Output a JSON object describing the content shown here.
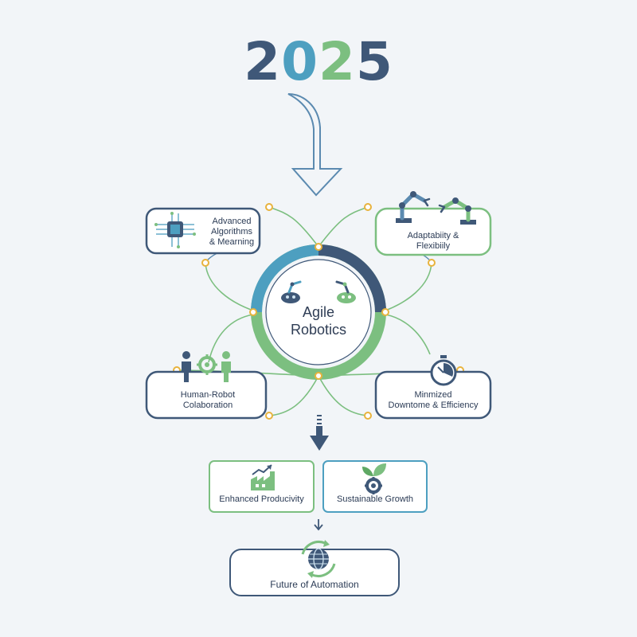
{
  "year": {
    "digits": [
      "2",
      "0",
      "2",
      "5"
    ]
  },
  "hub": {
    "line1": "Agile",
    "line2": "Robotics",
    "icon": "robot-arm-pair-icon"
  },
  "nodes": {
    "algorithms": {
      "lines": [
        "Advanced",
        "Algorithms",
        "& Mearning"
      ],
      "icon": "ai-chip-circuit-icon"
    },
    "adaptability": {
      "lines": [
        "Adaptabiity &",
        "Flexibiily"
      ],
      "icon": "robot-arms-icon"
    },
    "collaboration": {
      "lines": [
        "Human-Robot",
        "Colaboration"
      ],
      "icon": "human-robot-gear-icon"
    },
    "downtime": {
      "lines": [
        "Minmized",
        "Downtome & Efficiency"
      ],
      "icon": "stopwatch-icon"
    }
  },
  "outcomes": {
    "productivity": {
      "label": "Enhanced Producivity",
      "icon": "factory-growth-icon"
    },
    "growth": {
      "label": "Sustainable Growth",
      "icon": "leaf-gear-icon"
    }
  },
  "future": {
    "label": "Future of Automation",
    "icon": "globe-cycle-icon"
  },
  "colors": {
    "navy": "#3f5878",
    "blue": "#4d9fc0",
    "green": "#7cbf80",
    "node_orange": "#e8b33d",
    "background": "#f2f5f8"
  }
}
